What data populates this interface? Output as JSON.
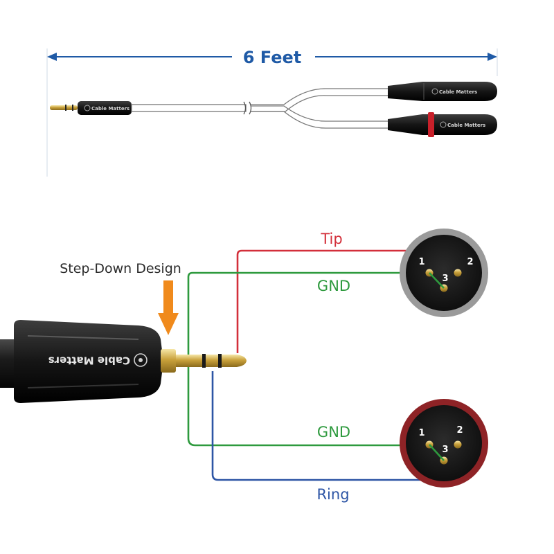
{
  "overview": {
    "length_label": "6 Feet",
    "brand_text": "Cable Matters"
  },
  "diagram": {
    "callout_label": "Step-Down Design",
    "brand_text": "Cable Matters",
    "wires": {
      "tip": {
        "label": "Tip",
        "color": "#d32f3a"
      },
      "gnd_top": {
        "label": "GND",
        "color": "#2e9a3e"
      },
      "gnd_bottom": {
        "label": "GND",
        "color": "#2e9a3e"
      },
      "ring": {
        "label": "Ring",
        "color": "#2d55a5"
      }
    },
    "connectors": {
      "top": {
        "ring_color": "#7a7a7a",
        "pins": [
          "1",
          "2",
          "3"
        ]
      },
      "bottom": {
        "ring_color": "#8e2326",
        "pins": [
          "1",
          "2",
          "3"
        ]
      }
    },
    "arrow_color": "#f08a1c"
  }
}
